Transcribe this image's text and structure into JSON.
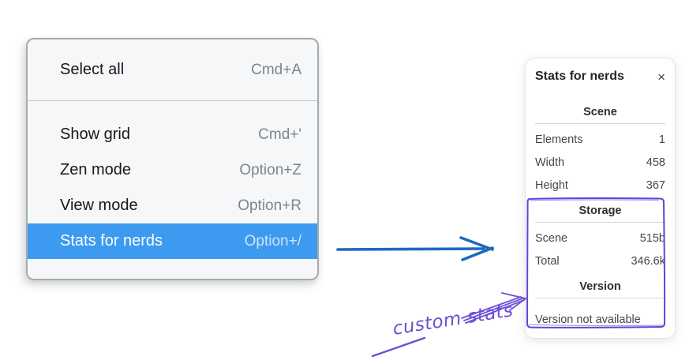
{
  "context_menu": {
    "items": [
      {
        "label": "Select all",
        "shortcut": "Cmd+A",
        "selected": false
      },
      {
        "label": "Show grid",
        "shortcut": "Cmd+'",
        "selected": false
      },
      {
        "label": "Zen mode",
        "shortcut": "Option+Z",
        "selected": false
      },
      {
        "label": "View mode",
        "shortcut": "Option+R",
        "selected": false
      },
      {
        "label": "Stats for nerds",
        "shortcut": "Option+/",
        "selected": true
      }
    ]
  },
  "stats_panel": {
    "title": "Stats for nerds",
    "close_icon": "×",
    "sections": [
      {
        "heading": "Scene",
        "rows": [
          {
            "label": "Elements",
            "value": "1"
          },
          {
            "label": "Width",
            "value": "458"
          },
          {
            "label": "Height",
            "value": "367"
          }
        ]
      },
      {
        "heading": "Storage",
        "rows": [
          {
            "label": "Scene",
            "value": "515b"
          },
          {
            "label": "Total",
            "value": "346.6k"
          }
        ]
      },
      {
        "heading": "Version",
        "rows": [],
        "note": "Version not available"
      }
    ]
  },
  "annotations": {
    "custom_stats_label": "custom stats"
  },
  "colors": {
    "menu_highlight": "#3c9bf0",
    "blue_arrow": "#1d69be",
    "annotation_purple": "#6741d9",
    "handwriting_purple": "#6d4fd8"
  }
}
